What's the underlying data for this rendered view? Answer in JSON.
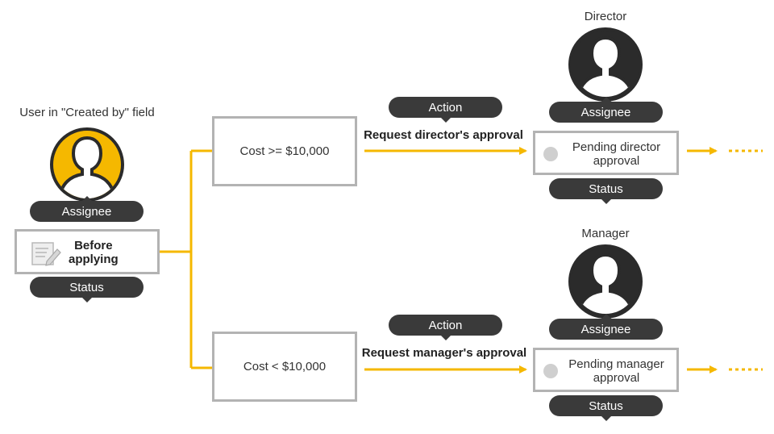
{
  "start": {
    "caption": "User in \"Created by\" field",
    "assignee_label": "Assignee",
    "status_text_line1": "Before",
    "status_text_line2": "applying",
    "status_label": "Status",
    "avatar_color": "#f5b800"
  },
  "conditions": [
    {
      "text": "Cost >= $10,000"
    },
    {
      "text": "Cost < $10,000"
    }
  ],
  "branches": [
    {
      "action_label": "Action",
      "action_text": "Request director's approval",
      "role_caption": "Director",
      "assignee_label": "Assignee",
      "status_line1": "Pending director",
      "status_line2": "approval",
      "status_label": "Status"
    },
    {
      "action_label": "Action",
      "action_text": "Request manager's approval",
      "role_caption": "Manager",
      "assignee_label": "Assignee",
      "status_line1": "Pending manager",
      "status_line2": "approval",
      "status_label": "Status"
    }
  ],
  "colors": {
    "flow_line": "#f5b800",
    "pill": "#3a3a3a",
    "box_border": "#b3b3b3",
    "avatar_dark": "#2b2b2b"
  }
}
